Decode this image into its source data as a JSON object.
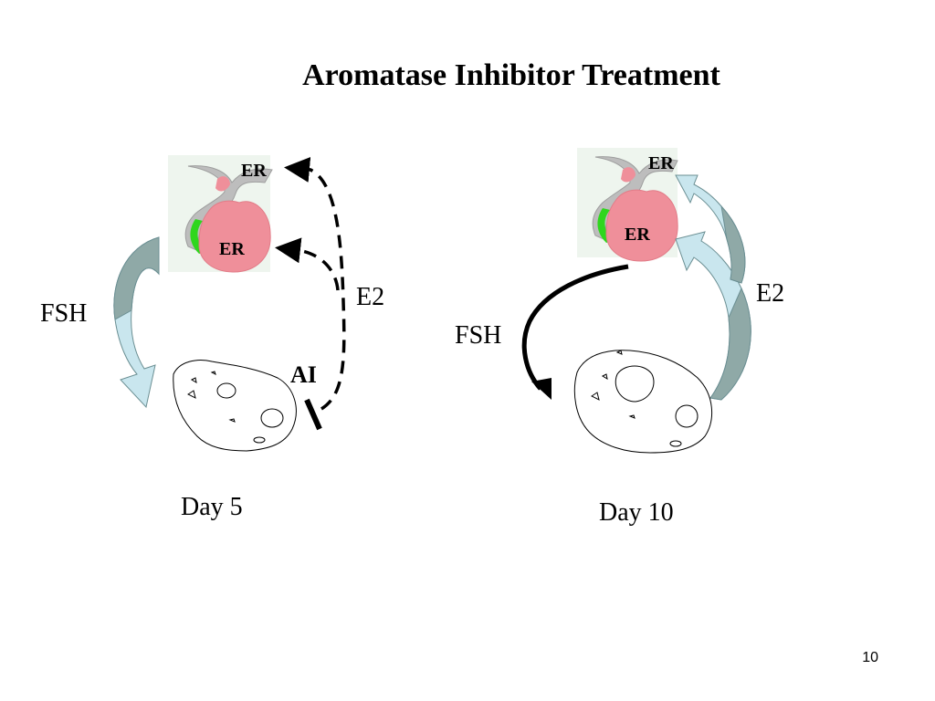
{
  "title": "Aromatase Inhibitor Treatment",
  "left_panel": {
    "er_top": "ER",
    "er_bottom": "ER",
    "fsh": "FSH",
    "e2": "E2",
    "ai": "AI",
    "day": "Day 5"
  },
  "right_panel": {
    "er_top": "ER",
    "er_bottom": "ER",
    "fsh": "FSH",
    "e2": "E2",
    "day": "Day 10"
  },
  "slide_number": "10",
  "colors": {
    "pituitary_pink": "#ef8f9a",
    "pituitary_gray": "#bdbdbd",
    "stalk_green": "#2fd61e",
    "panel_bg": "#eef5ee",
    "fsh_arrow_light": "#c9e6ee",
    "fsh_arrow_dark": "#8fa9a7"
  }
}
